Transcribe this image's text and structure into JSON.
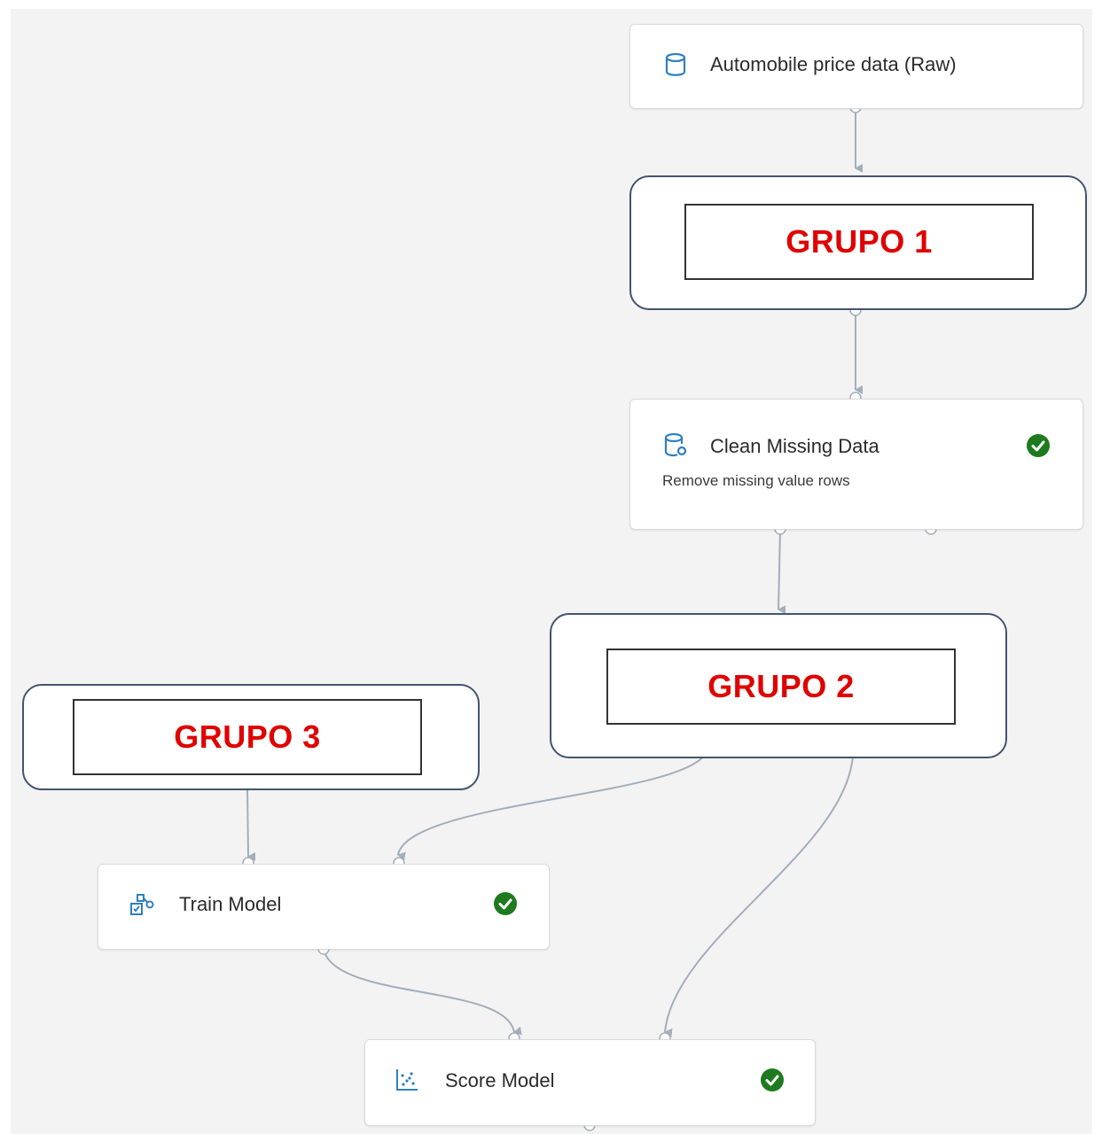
{
  "nodes": {
    "automobile": {
      "title": "Automobile price data (Raw)",
      "icon": "database-icon"
    },
    "clean": {
      "title": "Clean Missing Data",
      "subtitle": "Remove missing value rows",
      "icon": "database-settings-icon",
      "status": "completed"
    },
    "train": {
      "title": "Train Model",
      "icon": "train-model-icon",
      "status": "completed"
    },
    "score": {
      "title": "Score Model",
      "icon": "scatter-icon",
      "status": "completed"
    }
  },
  "groups": {
    "g1": {
      "label": "GRUPO 1"
    },
    "g2": {
      "label": "GRUPO 2"
    },
    "g3": {
      "label": "GRUPO 3"
    }
  },
  "colors": {
    "group_label": "#e00000",
    "status_check": "#1e7a1e",
    "icon_blue": "#2f7fc1",
    "wire": "#a3aebb"
  }
}
